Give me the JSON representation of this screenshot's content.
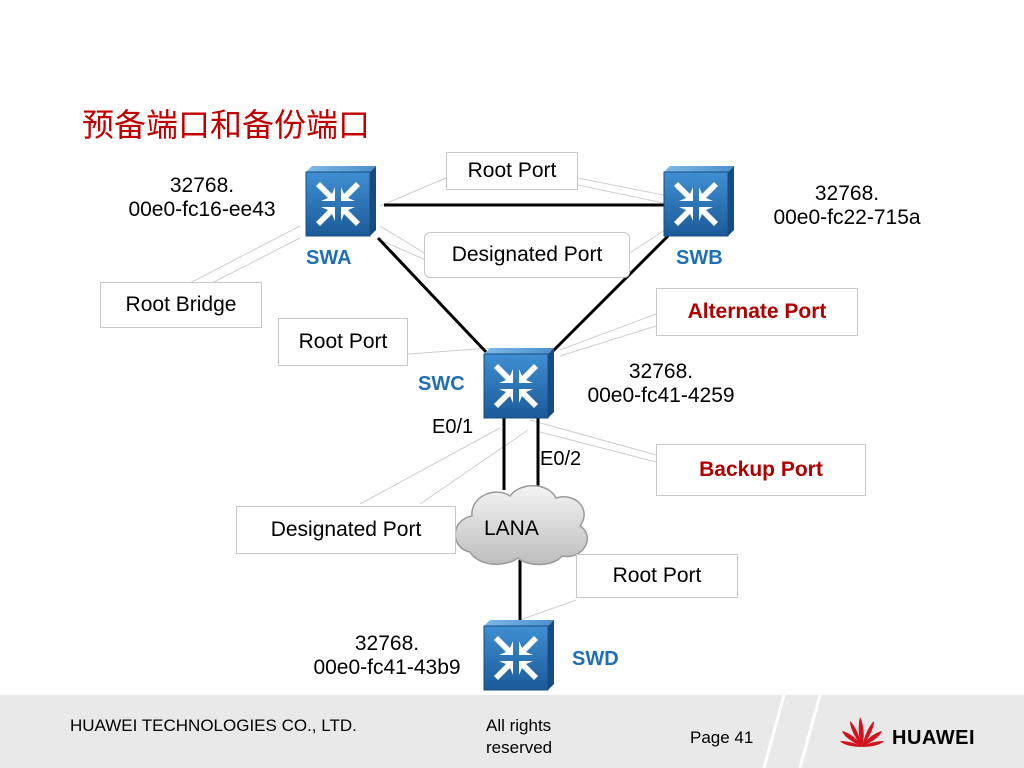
{
  "title": "预备端口和备份端口",
  "switches": {
    "swa": {
      "name": "SWA",
      "bid_priority": "32768.",
      "bid_mac": "00e0-fc16-ee43"
    },
    "swb": {
      "name": "SWB",
      "bid_priority": "32768.",
      "bid_mac": "00e0-fc22-715a"
    },
    "swc": {
      "name": "SWC",
      "bid_priority": "32768.",
      "bid_mac": "00e0-fc41-4259"
    },
    "swd": {
      "name": "SWD",
      "bid_priority": "32768.",
      "bid_mac": "00e0-fc41-43b9"
    }
  },
  "ports": {
    "e01": "E0/1",
    "e02": "E0/2"
  },
  "cloud": {
    "label": "LANA"
  },
  "callouts": {
    "root_port_top": "Root Port",
    "designated_port_top": "Designated Port",
    "root_bridge": "Root Bridge",
    "root_port_left": "Root Port",
    "alternate_port": "Alternate Port",
    "backup_port": "Backup Port",
    "designated_port_bottom": "Designated Port",
    "root_port_bottom": "Root Port"
  },
  "footer": {
    "company": "HUAWEI TECHNOLOGIES CO., LTD.",
    "rights": "All rights reserved",
    "page": "Page 41",
    "logo": "HUAWEI"
  },
  "colors": {
    "title": "#c00000",
    "switch_label": "#1f6fb5",
    "highlight": "#b00000",
    "switch_body": "#2a74b8"
  }
}
